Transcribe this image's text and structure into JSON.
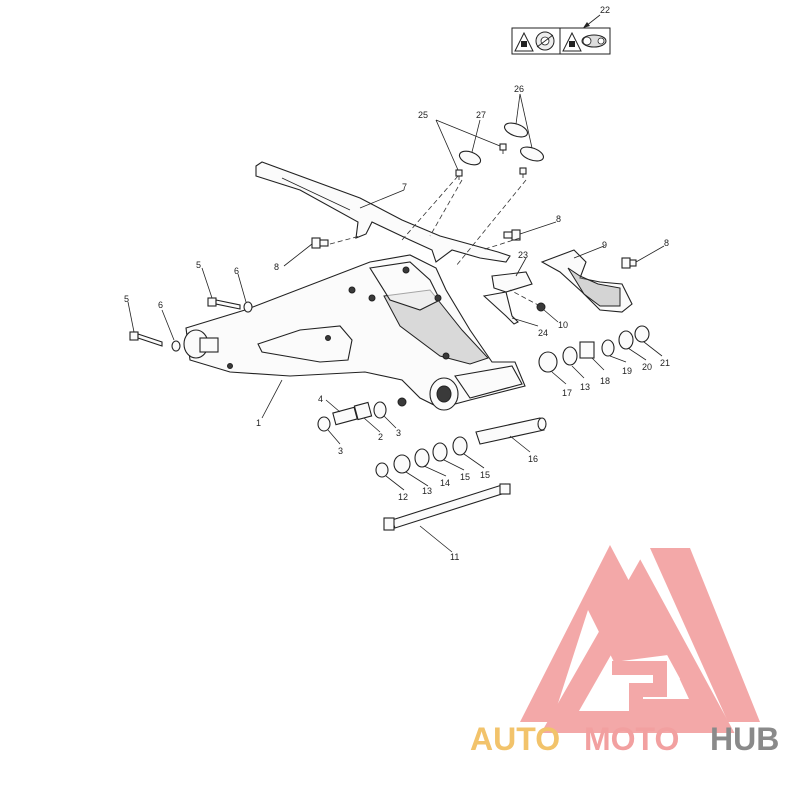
{
  "callouts": {
    "c1": "1",
    "c2": "2",
    "c3a": "3",
    "c3b": "3",
    "c4": "4",
    "c5a": "5",
    "c5b": "5",
    "c6a": "6",
    "c6b": "6",
    "c7": "7",
    "c8a": "8",
    "c8b": "8",
    "c8c": "8",
    "c9": "9",
    "c10": "10",
    "c11": "11",
    "c12": "12",
    "c13a": "13",
    "c13b": "13",
    "c14": "14",
    "c15a": "15",
    "c15b": "15",
    "c16": "16",
    "c17": "17",
    "c18": "18",
    "c19": "19",
    "c20": "20",
    "c21": "21",
    "c22": "22",
    "c23": "23",
    "c24": "24",
    "c25": "25",
    "c26": "26",
    "c27": "27"
  },
  "watermark": {
    "word_auto": "AUTO",
    "word_moto": "MOTO",
    "word_hub": "HUB",
    "colors": {
      "auto": "#f2c36b",
      "moto": "#f2a0a0",
      "hub": "#8a8a8a",
      "logo": "#f29a9a"
    }
  },
  "icons": [
    "warning-triangle-icon",
    "brake-disc-icon",
    "warning-triangle-icon",
    "chain-sprocket-icon"
  ]
}
